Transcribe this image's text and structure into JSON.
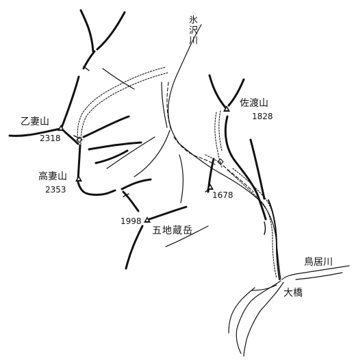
{
  "peaks": {
    "otomeyama": {
      "name": "乙妻山",
      "elevation": "2318"
    },
    "takatsumayama": {
      "name": "高妻山",
      "elevation": "2353"
    },
    "gojizodake": {
      "name": "五地蔵岳",
      "elevation": "1998"
    },
    "sadoyama": {
      "name": "佐渡山",
      "elevation": "1828"
    },
    "unnamed": {
      "elevation": "1678"
    }
  },
  "rivers": {
    "hisawagawa": "氷沢川",
    "toriigawa": "鳥居川"
  },
  "places": {
    "ohashi": "大橋"
  },
  "colors": {
    "ink": "#111111",
    "paper": "#ffffff"
  }
}
